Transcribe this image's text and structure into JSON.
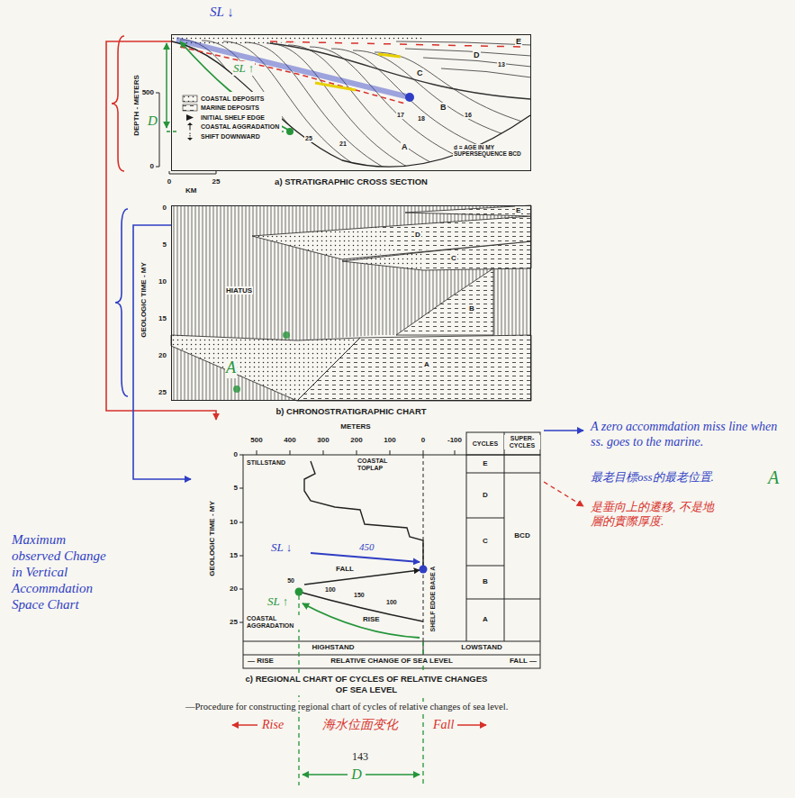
{
  "diagram": {
    "caption": "—Procedure for constructing regional chart of cycles of relative changes of sea level.",
    "nodes": [
      {
        "text": [
          "a) STRATIGRAPHIC CROSS SECTION"
        ]
      },
      {
        "text": [
          "b) CHRONOSTRATIGRAPHIC CHART"
        ]
      },
      {
        "text": [
          "c) REGIONAL CHART OF CYCLES OF RELATIVE CHANGES OF SEA LEVEL"
        ]
      }
    ],
    "edges": [
      {
        "from": 0,
        "to": 2,
        "arrow": "to"
      },
      {
        "from": 1,
        "to": 2,
        "arrow": "to"
      }
    ],
    "labels": [
      "SL ↓",
      "D",
      "SL ↑",
      "DEPTH - METERS",
      "500",
      "0",
      "0",
      "25",
      "KM",
      "E",
      "D",
      "C",
      "B",
      "A",
      "25",
      "21",
      "17",
      "18",
      "16",
      "13",
      "d = AGE IN MY SUPERSEQUENCE BCD",
      "GEOLOGIC TIME - MY",
      "0",
      "5",
      "10",
      "15",
      "20",
      "25",
      "HIATUS",
      "E",
      "D",
      "C",
      "B",
      "A",
      "A",
      "METERS",
      "500",
      "400",
      "300",
      "200",
      "100",
      "0",
      "-100",
      "CYCLES",
      "SUPER- CYCLES",
      "E",
      "D",
      "C",
      "B",
      "A",
      "BCD",
      "0",
      "5",
      "10",
      "15",
      "20",
      "25",
      "GEOLOGIC TIME - MY",
      "STILLSTAND",
      "COASTAL TOPLAP",
      "SL ↓",
      "450",
      "FALL",
      "50",
      "100",
      "150",
      "100",
      "COASTAL AGGRADATION",
      "RISE",
      "SL ↑",
      "SHELF EDGE BASE A",
      "HIGHSTAND",
      "LOWSTAND",
      "— RISE",
      "RELATIVE CHANGE OF SEA LEVEL",
      "FALL —",
      "A zero accommdation miss line when ss. goes to the marine.",
      "最老目標oss的最老位置.",
      "A",
      "是垂向上的遷移, 不是地層的實際厚度.",
      "Maximum observed Change in Vertical Accommdation Space Chart",
      "Rise",
      "海水位面变化",
      "Fall",
      "143",
      "D"
    ],
    "legend": [
      {
        "text": "COASTAL DEPOSITS"
      },
      {
        "text": "MARINE DEPOSITS"
      },
      {
        "text": "INITIAL SHELF EDGE"
      },
      {
        "text": "COASTAL AGGRADATION"
      },
      {
        "text": "SHIFT DOWNWARD"
      }
    ]
  }
}
